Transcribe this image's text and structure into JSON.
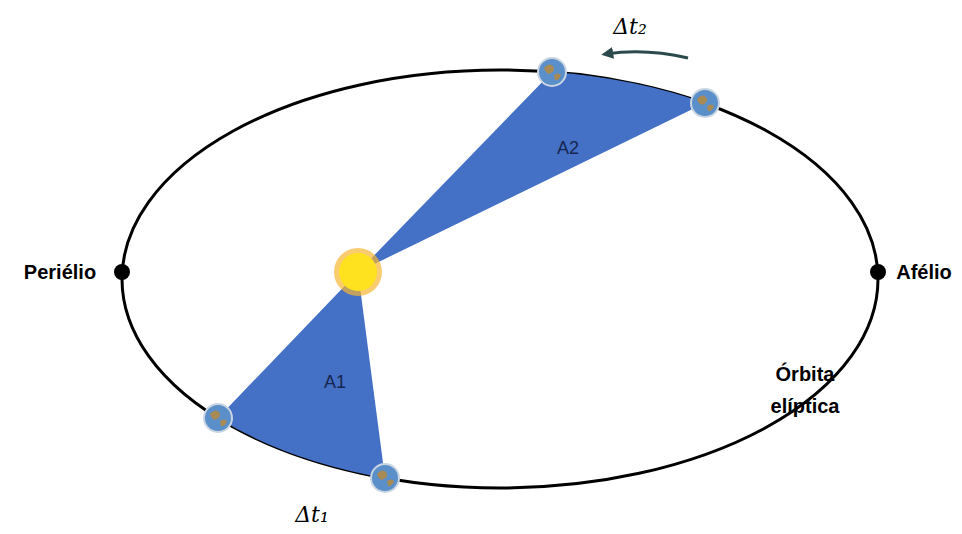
{
  "diagram": {
    "nodes": [
      {
        "text": [
          "A1"
        ]
      },
      {
        "text": [
          "A2"
        ]
      }
    ],
    "labels": [
      "Periélio",
      "Afélio",
      "Órbita elíptica",
      "Δt₂",
      "Δt₁"
    ]
  }
}
